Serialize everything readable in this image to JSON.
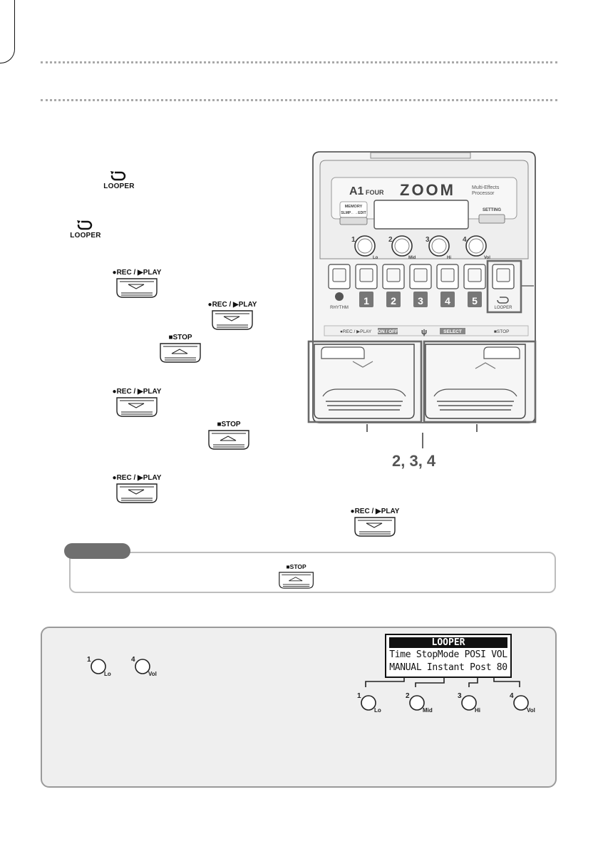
{
  "looper_button": {
    "label": "LOOPER"
  },
  "pedal_labels": {
    "rec_play": "●REC / ▶PLAY",
    "stop": "■STOP"
  },
  "device": {
    "model": "A1",
    "model_suffix": "FOUR",
    "brand": "ZOOM",
    "tagline_line1": "Multi-Effects",
    "tagline_line2": "Processor",
    "memory_label": "MEMORY",
    "memory_sub": "SLMP←→EDIT",
    "setting_label": "SETTING",
    "knobs": [
      {
        "num": "1",
        "sub": "Lo"
      },
      {
        "num": "2",
        "sub": "Mid"
      },
      {
        "num": "3",
        "sub": "Hi"
      },
      {
        "num": "4",
        "sub": "Vol"
      }
    ],
    "footswitches": [
      "1",
      "2",
      "3",
      "4",
      "5"
    ],
    "rhythm_label": "RHYTHM",
    "looper_label": "LOOPER",
    "strip_left": "●REC / ▶PLAY",
    "strip_on_off": "ON / OFF",
    "strip_select": "SELECT",
    "strip_stop": "■STOP"
  },
  "callout": {
    "steps_label": "2, 3, 4"
  },
  "lcd": {
    "header": "LOOPER",
    "params": [
      "Time",
      "StopMode",
      "POSI",
      "VOL"
    ],
    "values": [
      "MANUAL",
      "Instant",
      "Post",
      "80"
    ]
  },
  "colors": {
    "accent_gray": "#6f6f6f",
    "panel_bg": "#efefef"
  }
}
